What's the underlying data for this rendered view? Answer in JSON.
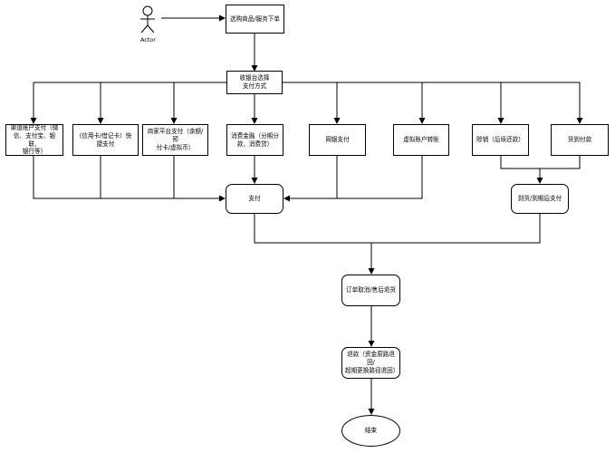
{
  "actor": {
    "label": "Actor"
  },
  "nodes": {
    "purchase": "选购商品/服务下单",
    "cashier": "收银台选择\n支付方式",
    "channel": "渠道账户支付（微\n信、支付宝、银联、\n银行等）",
    "card": "(信用卡/借记卡）快\n捷支付",
    "merchant": "商家平台支付（余额/预\n付卡/虚拟币）",
    "finance": "消费金融（分期分\n款，消费贷）",
    "online_bank": "网银支付",
    "virtual": "虚拟账户转账",
    "credit": "赊销（后续还款）",
    "cod": "货到付款",
    "pay": "支付",
    "after_arrival": "到货/到期后支付",
    "cancel": "订单取消/售后退货",
    "refund": "退款（资金原路退回/\n超期更换路径退回）",
    "end": "结束"
  }
}
